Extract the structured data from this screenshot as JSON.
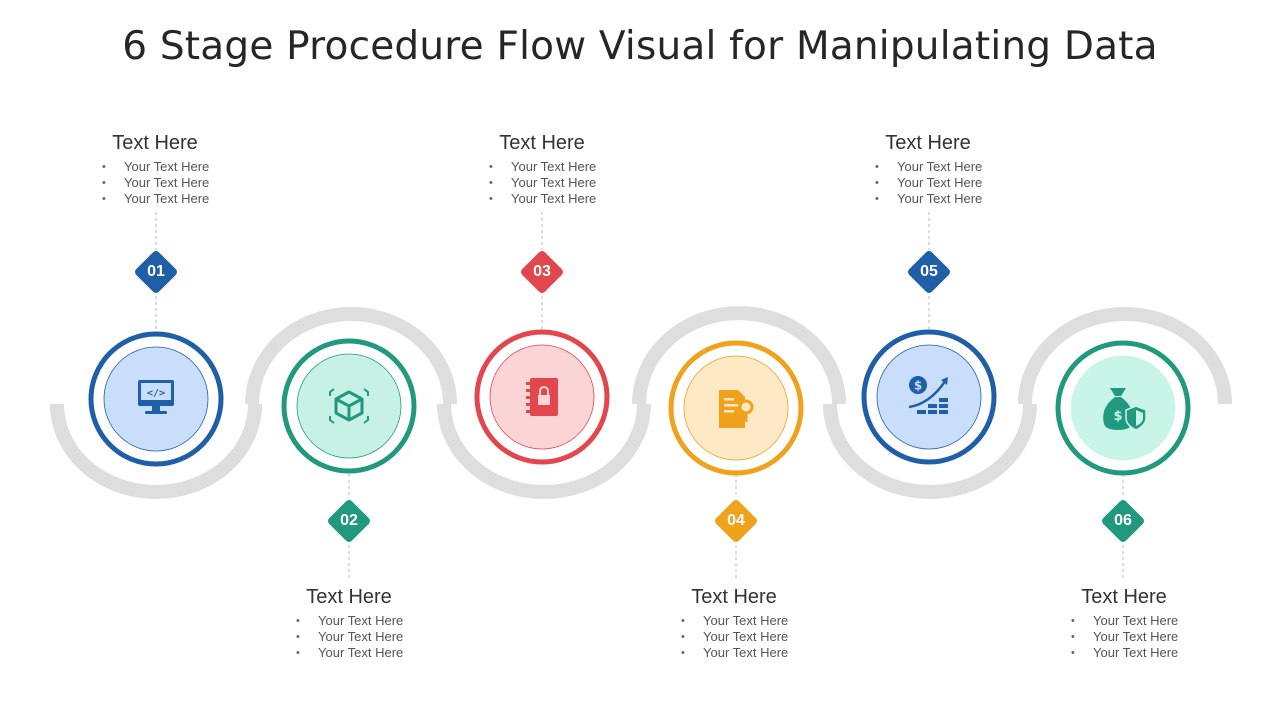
{
  "title": "6 Stage Procedure Flow Visual for Manipulating Data",
  "colors": {
    "blue": "#1f5fa8",
    "teal": "#21997f",
    "red": "#e3474e",
    "orange": "#f0a21c",
    "track": "#dedede"
  },
  "stages": [
    {
      "number": "01",
      "heading": "Text Here",
      "bullets": [
        "Your Text Here",
        "Your Text Here",
        "Your Text Here"
      ],
      "icon": "computer-code-icon",
      "color": "#1f5fa8"
    },
    {
      "number": "02",
      "heading": "Text Here",
      "bullets": [
        "Your Text Here",
        "Your Text Here",
        "Your Text Here"
      ],
      "icon": "cube-icon",
      "color": "#21997f"
    },
    {
      "number": "03",
      "heading": "Text Here",
      "bullets": [
        "Your Text Here",
        "Your Text Here",
        "Your Text Here"
      ],
      "icon": "locked-notebook-icon",
      "color": "#e3474e"
    },
    {
      "number": "04",
      "heading": "Text Here",
      "bullets": [
        "Your Text Here",
        "Your Text Here",
        "Your Text Here"
      ],
      "icon": "document-search-icon",
      "color": "#f0a21c"
    },
    {
      "number": "05",
      "heading": "Text Here",
      "bullets": [
        "Your Text Here",
        "Your Text Here",
        "Your Text Here"
      ],
      "icon": "money-growth-chart-icon",
      "color": "#1f5fa8"
    },
    {
      "number": "06",
      "heading": "Text Here",
      "bullets": [
        "Your Text Here",
        "Your Text Here",
        "Your Text Here"
      ],
      "icon": "money-bag-shield-icon",
      "color": "#21997f"
    }
  ]
}
